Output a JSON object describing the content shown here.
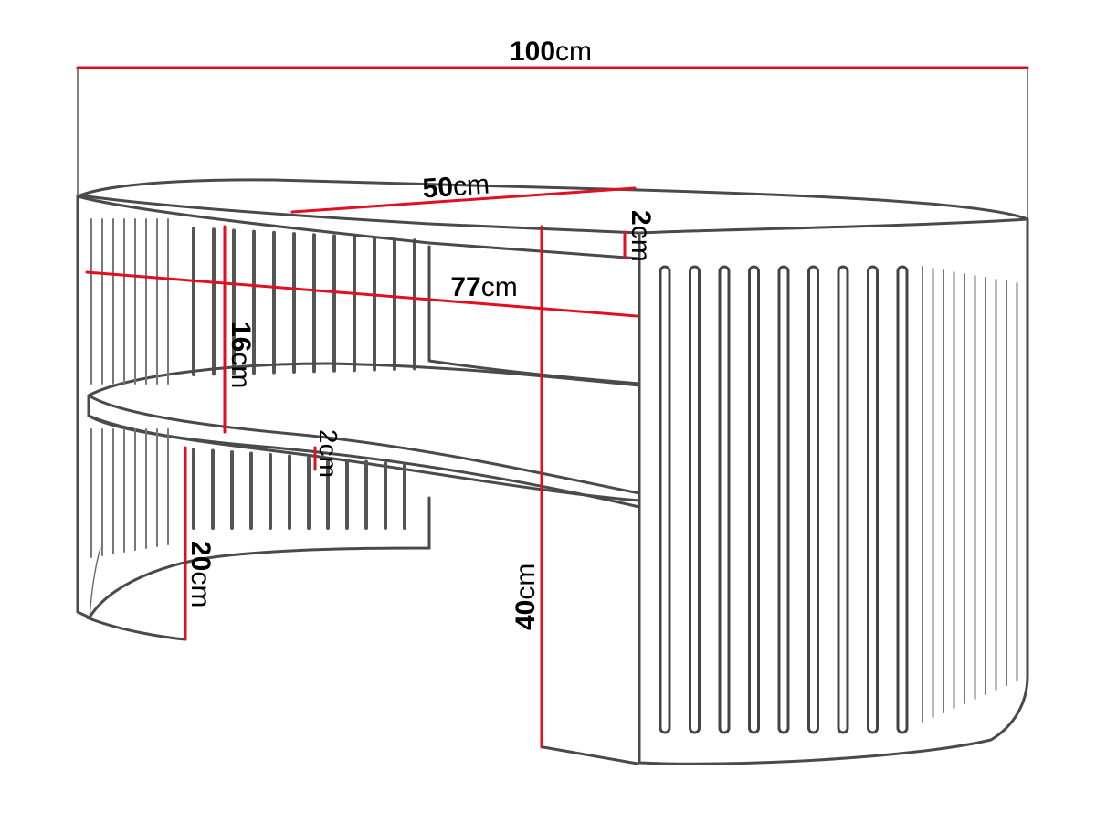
{
  "dimensions": {
    "width": {
      "value": "100",
      "unit": "cm"
    },
    "depth": {
      "value": "50",
      "unit": "cm"
    },
    "inner_length": {
      "value": "77",
      "unit": "cm"
    },
    "top_thickness": {
      "value": "2",
      "unit": "cm"
    },
    "shelf_gap": {
      "value": "16",
      "unit": "cm"
    },
    "shelf_thickness": {
      "value": "2",
      "unit": "cm"
    },
    "base_height": {
      "value": "20",
      "unit": "cm"
    },
    "total_height": {
      "value": "40",
      "unit": "cm"
    }
  },
  "colors": {
    "dimension_line": "#e01020",
    "outline": "#4a4a4a"
  }
}
